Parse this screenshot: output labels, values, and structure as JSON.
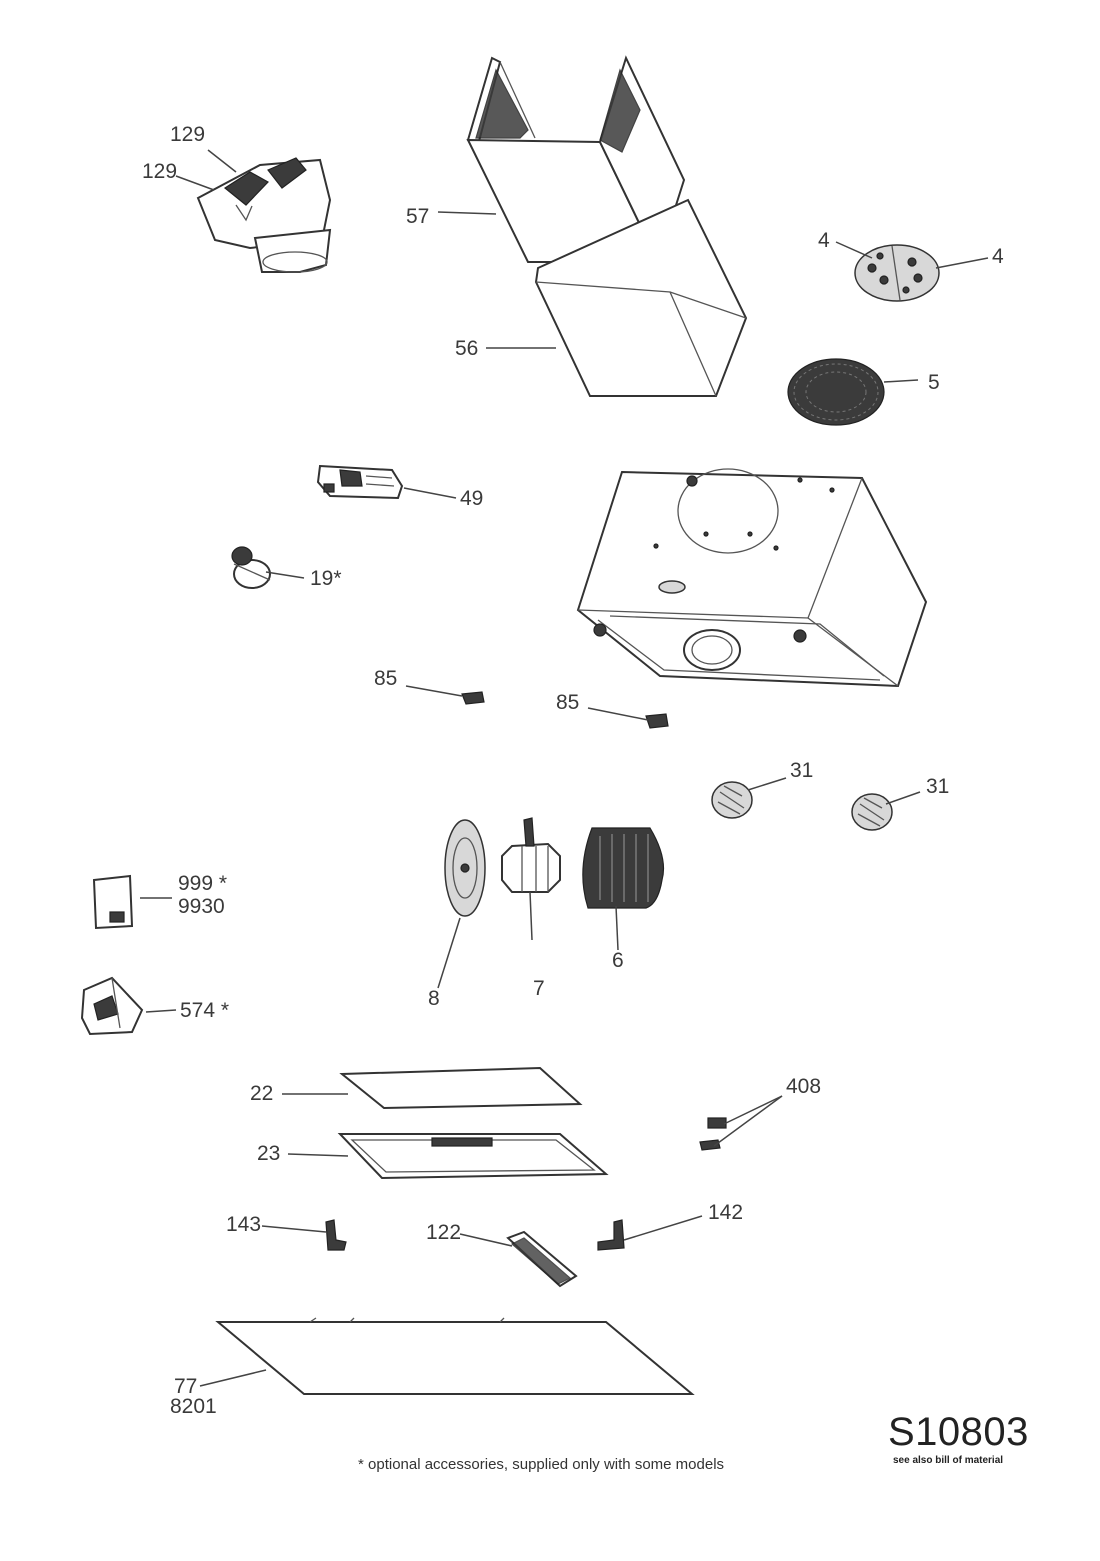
{
  "parts": [
    {
      "id": "p129a",
      "label": "129"
    },
    {
      "id": "p129b",
      "label": "129"
    },
    {
      "id": "p57",
      "label": "57"
    },
    {
      "id": "p56",
      "label": "56"
    },
    {
      "id": "p4a",
      "label": "4"
    },
    {
      "id": "p4b",
      "label": "4"
    },
    {
      "id": "p5",
      "label": "5"
    },
    {
      "id": "p49",
      "label": "49"
    },
    {
      "id": "p19",
      "label": "19*"
    },
    {
      "id": "p85a",
      "label": "85"
    },
    {
      "id": "p85b",
      "label": "85"
    },
    {
      "id": "p31a",
      "label": "31"
    },
    {
      "id": "p31b",
      "label": "31"
    },
    {
      "id": "p999",
      "label": "999 *"
    },
    {
      "id": "p9930",
      "label": "9930"
    },
    {
      "id": "p8",
      "label": "8"
    },
    {
      "id": "p7",
      "label": "7"
    },
    {
      "id": "p6",
      "label": "6"
    },
    {
      "id": "p574",
      "label": "574 *"
    },
    {
      "id": "p22",
      "label": "22"
    },
    {
      "id": "p408",
      "label": "408"
    },
    {
      "id": "p23",
      "label": "23"
    },
    {
      "id": "p143",
      "label": "143"
    },
    {
      "id": "p142",
      "label": "142"
    },
    {
      "id": "p122",
      "label": "122"
    },
    {
      "id": "p77",
      "label": "77"
    },
    {
      "id": "p8201",
      "label": "8201"
    }
  ],
  "footnote": "* optional accessories, supplied only with some models",
  "diagram_code": "S10803",
  "diagram_subtitle": "see also bill of material"
}
